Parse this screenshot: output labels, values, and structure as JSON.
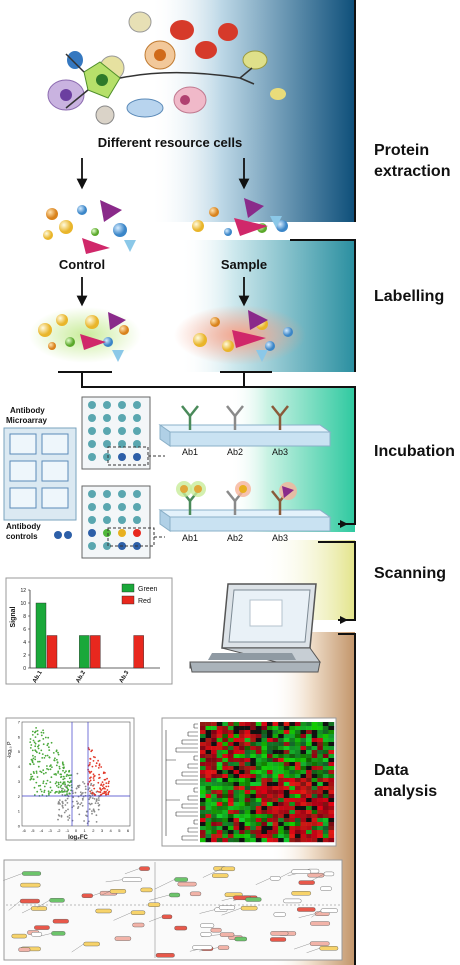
{
  "cells_caption": "Different resource cells",
  "groups": {
    "control": "Control",
    "sample": "Sample"
  },
  "stages": [
    {
      "name": "Protein extraction",
      "line1": "Protein",
      "line2": "extraction"
    },
    {
      "name": "Labelling",
      "line1": "Labelling",
      "line2": ""
    },
    {
      "name": "Incubation",
      "line1": "Incubation",
      "line2": ""
    },
    {
      "name": "Scanning",
      "line1": "Scanning",
      "line2": ""
    },
    {
      "name": "Data analysis",
      "line1": "Data",
      "line2": "analysis"
    }
  ],
  "array_labels": {
    "microarray_line1": "Antibody",
    "microarray_line2": "Microarray",
    "controls_line1": "Antibody",
    "controls_line2": "controls"
  },
  "antibodies": [
    "Ab1",
    "Ab2",
    "Ab3"
  ],
  "colors": {
    "extraction_band": "#0e4f7a",
    "labelling_band": "#2a8fa0",
    "incubation_band": "#2fc9a0",
    "scanning_band": "#d6d64a",
    "analysis_band": "#c2956a",
    "green_signal": "#1aa83a",
    "red_signal": "#e8281e"
  },
  "chart_data": {
    "type": "bar",
    "ylabel": "Signal",
    "categories": [
      "Ab.1",
      "Ab.2",
      "Ab.3"
    ],
    "series": [
      {
        "name": "Green",
        "values": [
          10,
          5,
          0
        ]
      },
      {
        "name": "Red",
        "values": [
          5,
          5,
          5
        ]
      }
    ],
    "yticks": [
      0,
      2,
      4,
      6,
      8,
      10,
      12
    ],
    "ylim": [
      0,
      12
    ]
  },
  "volcano": {
    "xlabel": "log₂FC",
    "ylabel": "-log₁₀ P",
    "xticks": [
      "-6",
      "-5",
      "-4",
      "-3",
      "-2",
      "-1",
      "0",
      "1",
      "2",
      "3",
      "4",
      "5",
      "6"
    ],
    "yticks": [
      "0",
      "1",
      "2",
      "3",
      "4",
      "5",
      "6",
      "7"
    ]
  }
}
